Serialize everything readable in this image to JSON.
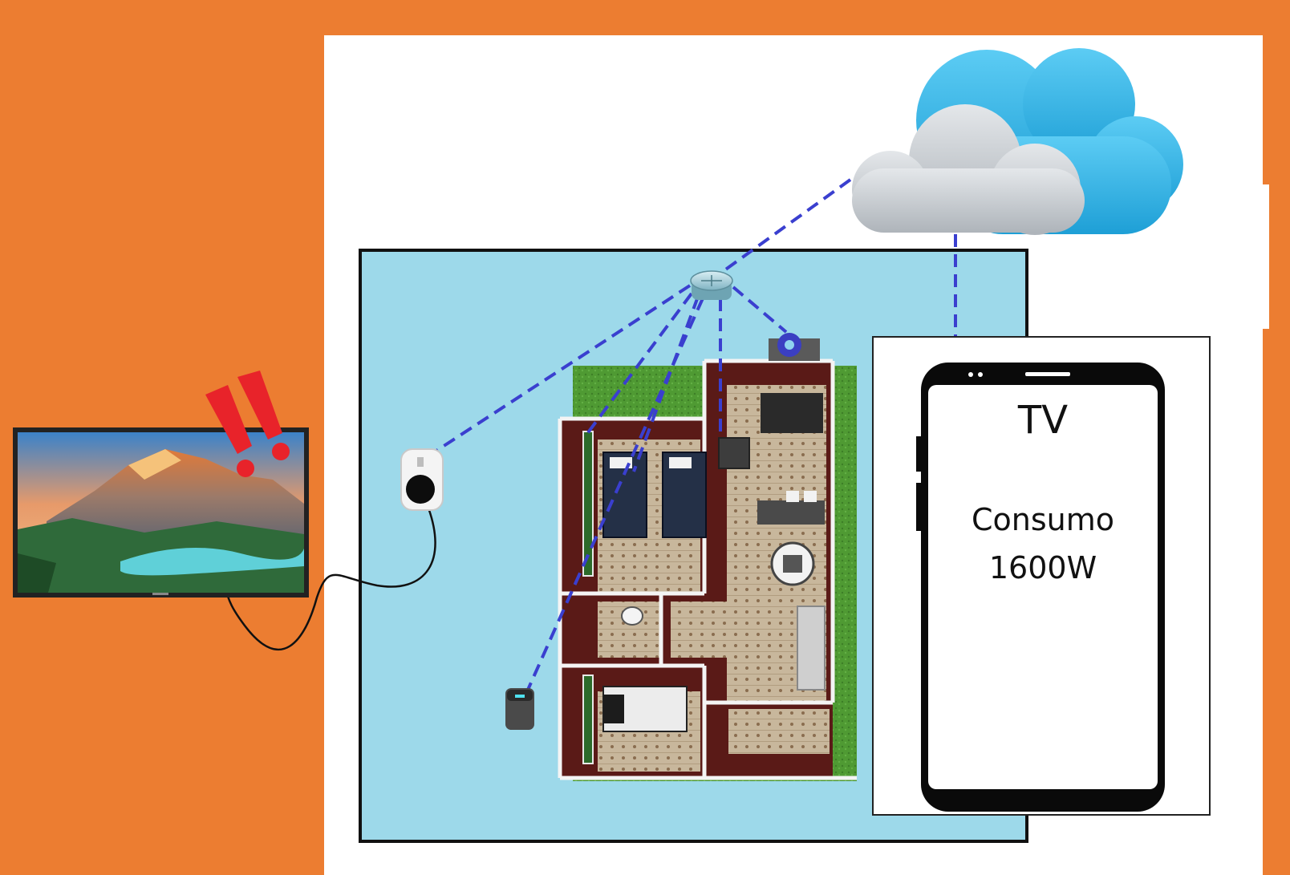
{
  "colors": {
    "frame": "#ec7d31",
    "house_panel": "#9dd9ea",
    "link": "#3a3fcf",
    "alert": "#e8232a",
    "cloud_back": "#2fb4e6",
    "cloud_front": "#c9ced3",
    "phone_body": "#0a0a0a",
    "grass": "#4f9a33",
    "floor": "#c8b79c",
    "wall": "#5a1a17"
  },
  "icons": {
    "cloud": "cloud-icon",
    "router": "router-icon",
    "smart_plug": "smart-plug-icon",
    "camera": "security-camera-icon",
    "hub": "smart-hub-icon",
    "tv": "tv-icon",
    "alert": "double-exclamation-icon",
    "phone": "smartphone-icon"
  },
  "phone": {
    "title": "TV",
    "line1": "Consumo",
    "line2": "1600W"
  }
}
